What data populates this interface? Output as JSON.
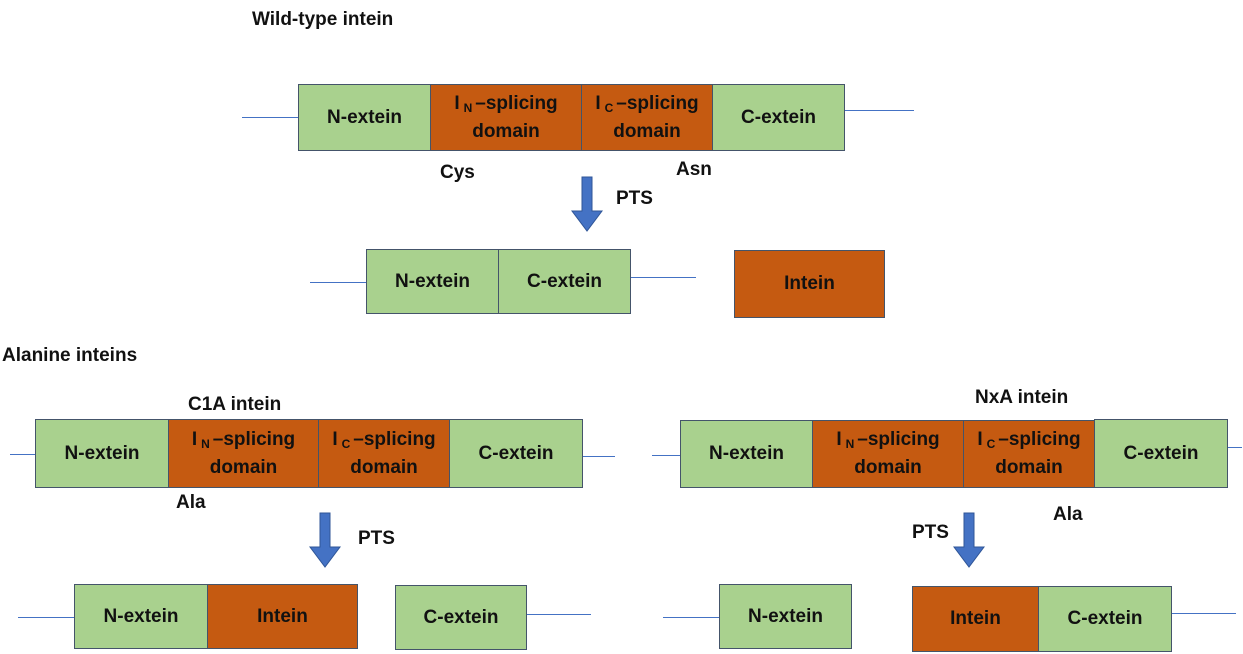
{
  "labels": {
    "wildtype_title": "Wild-type intein",
    "alanine_title": "Alanine  inteins",
    "c1a_title": "C1A  intein",
    "nxa_title": "NxA  intein",
    "cys": "Cys",
    "asn": "Asn",
    "ala_c1a": "Ala",
    "ala_nxa": "Ala",
    "pts": "PTS"
  },
  "segments": {
    "n_extein": "N-extein",
    "c_extein": "C-extein",
    "intein": "Intein",
    "i_letter": "I",
    "in_sub": "N",
    "ic_sub": "C",
    "splicing": "–splicing",
    "domain": "domain"
  },
  "colors": {
    "extein": "#a9d18e",
    "intein": "#c55a11",
    "arrow": "#4472c4",
    "line": "#4472c4"
  }
}
